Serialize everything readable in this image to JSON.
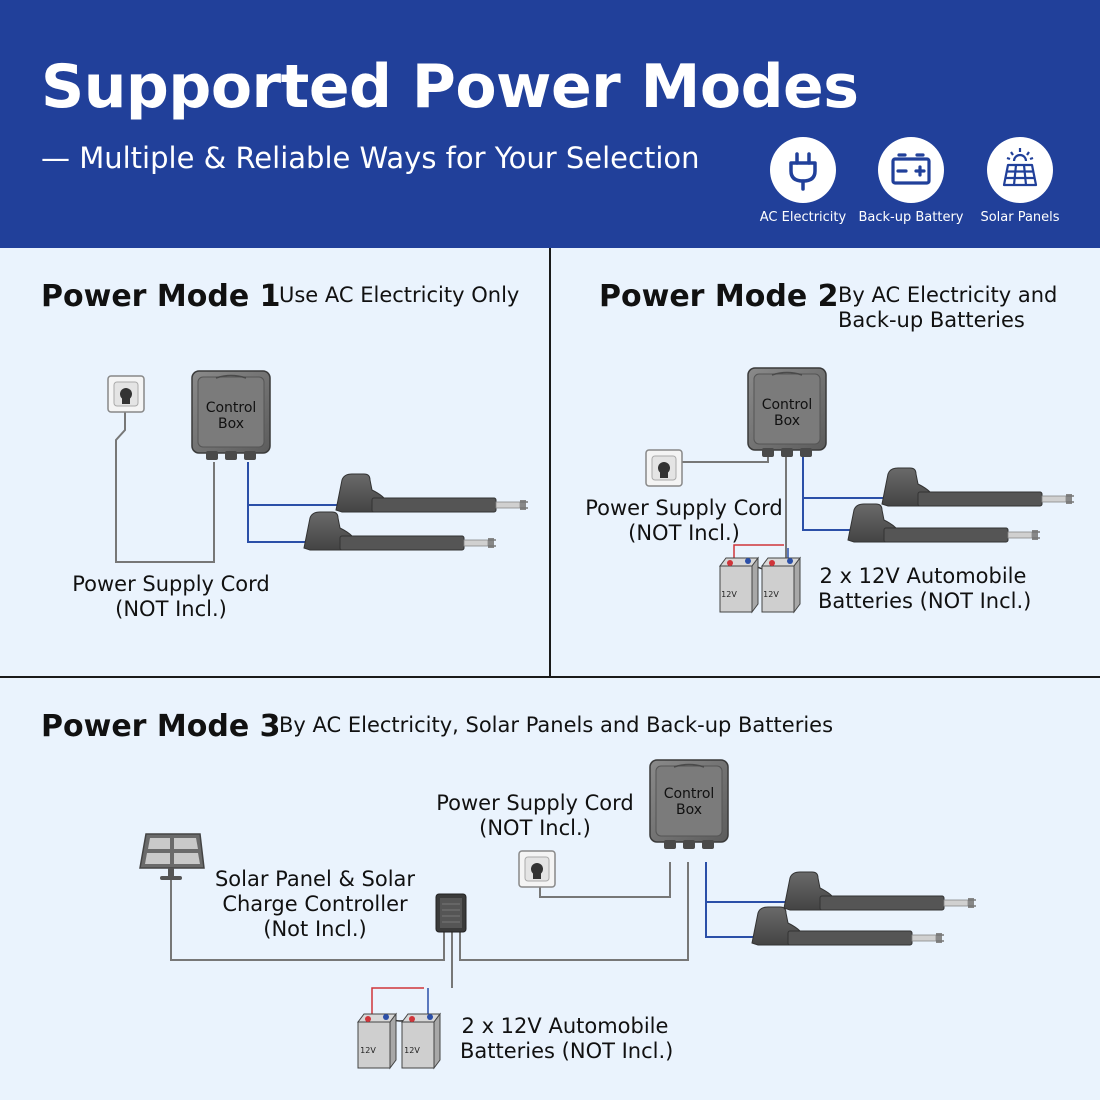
{
  "header": {
    "title": "Supported Power Modes",
    "subtitle": "— Multiple & Reliable Ways for Your Selection",
    "icons": [
      {
        "label": "AC Electricity",
        "icon": "plug-icon"
      },
      {
        "label": "Back-up Battery",
        "icon": "battery-icon"
      },
      {
        "label": "Solar Panels",
        "icon": "solar-panel-icon"
      }
    ]
  },
  "mode1": {
    "title": "Power Mode 1",
    "description": "Use AC Electricity Only",
    "control_box": [
      "Control",
      "Box"
    ],
    "cord_label": [
      "Power Supply Cord",
      "(NOT Incl.)"
    ]
  },
  "mode2": {
    "title": "Power Mode 2",
    "description": [
      "By AC Electricity and",
      "Back-up Batteries"
    ],
    "control_box": [
      "Control",
      "Box"
    ],
    "cord_label": [
      "Power Supply Cord",
      "(NOT Incl.)"
    ],
    "battery_label": [
      "2 x 12V Automobile",
      "Batteries (NOT Incl.)"
    ],
    "battery_voltage": "12V"
  },
  "mode3": {
    "title": "Power Mode 3",
    "description": "By AC Electricity, Solar Panels and Back-up Batteries",
    "control_box": [
      "Control",
      "Box"
    ],
    "cord_label": [
      "Power Supply Cord",
      "(NOT Incl.)"
    ],
    "solar_label": [
      "Solar Panel & Solar",
      "Charge Controller",
      "(Not Incl.)"
    ],
    "battery_label": [
      "2 x 12V Automobile",
      "Batteries (NOT Incl.)"
    ],
    "battery_voltage": "12V"
  },
  "colors": {
    "header_bg": "#21409a",
    "panel_bg": "#eaf3fd",
    "wire_gray": "#777777",
    "wire_blue": "#2b4fa8",
    "wire_red": "#d0353a",
    "device_gray": "#5e5e5e"
  }
}
